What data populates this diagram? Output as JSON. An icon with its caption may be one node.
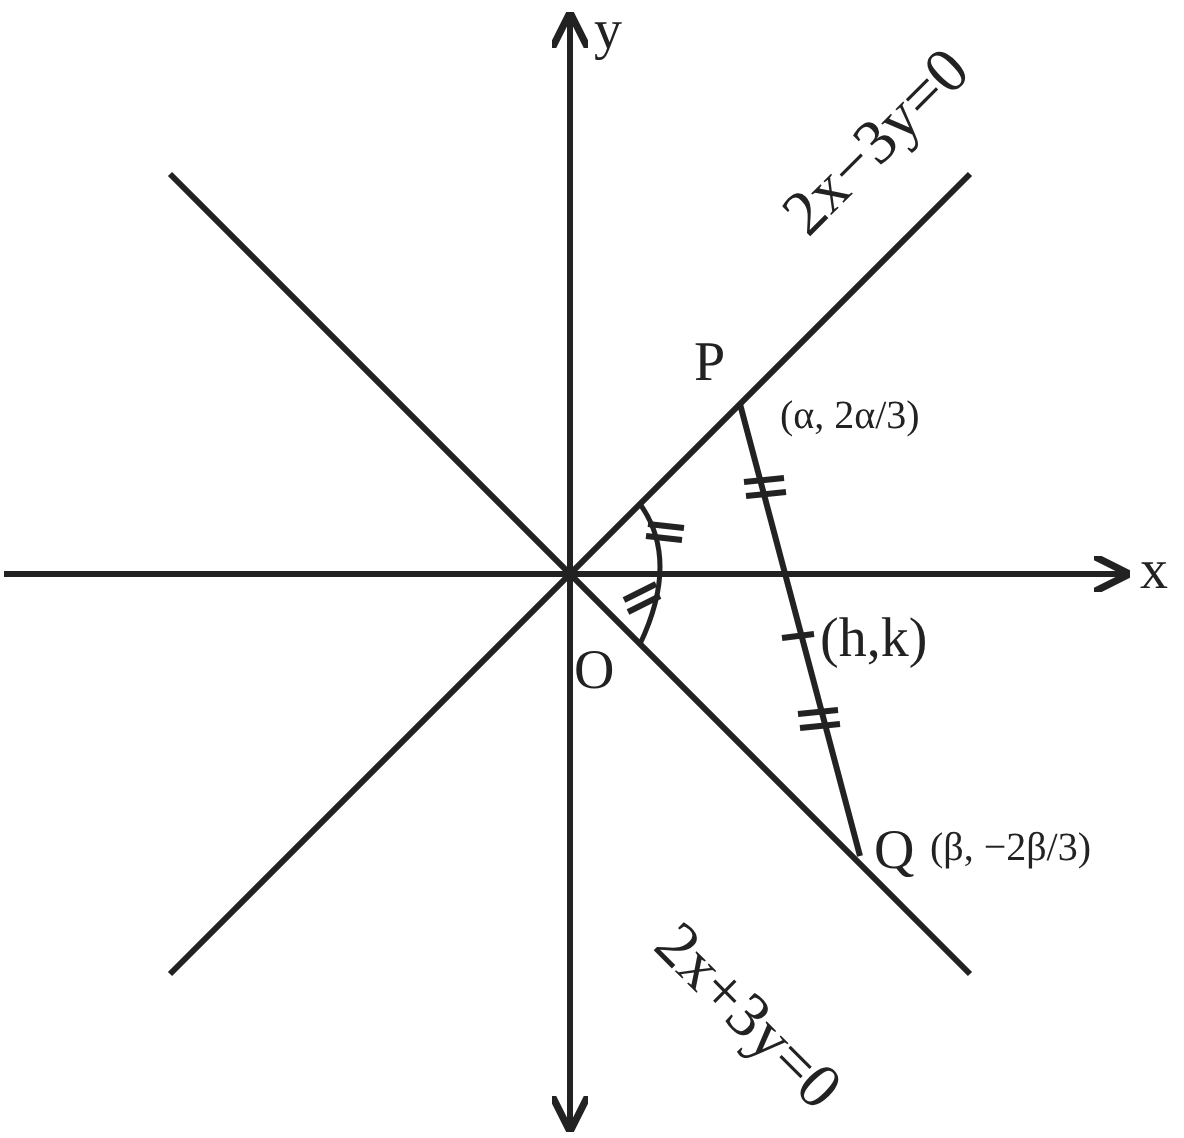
{
  "diagram": {
    "labels": [
      "y",
      "2x−3y=0",
      "P",
      "(α, 2α/3)",
      "x",
      "(h,k)",
      "O",
      "Q",
      "(β, −2β/3)",
      "2x+3y=0"
    ]
  }
}
